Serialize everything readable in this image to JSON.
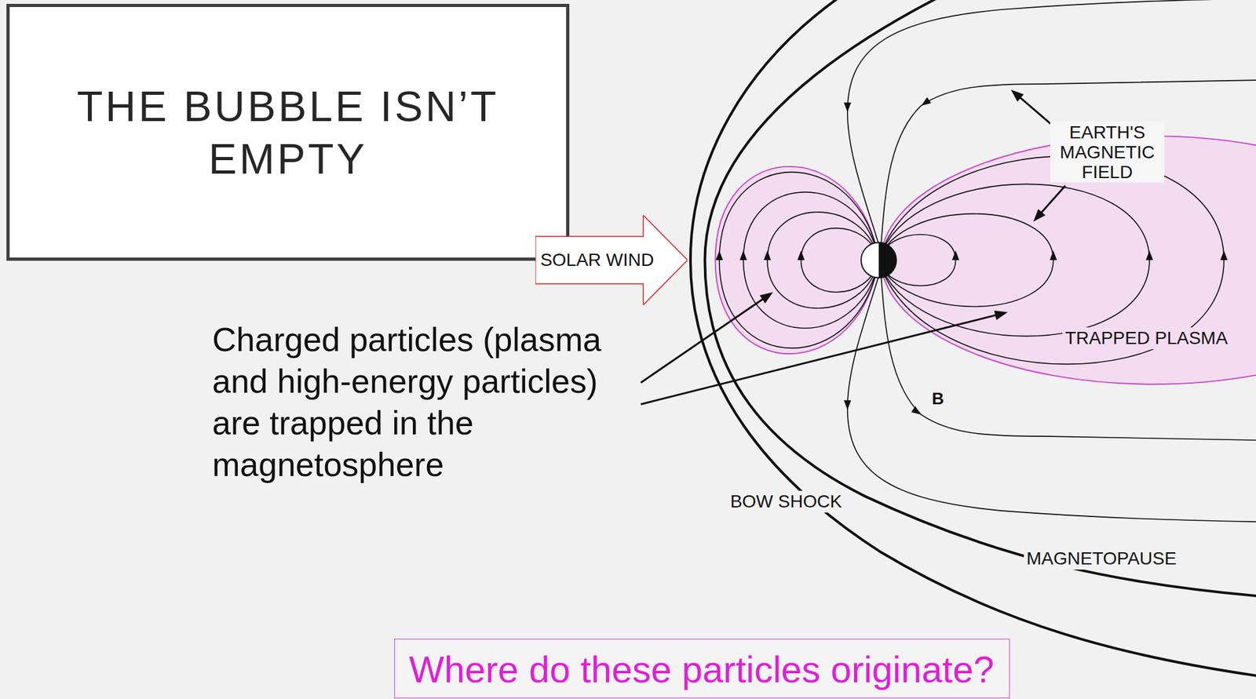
{
  "diagram": {
    "title": "THE BUBBLE ISN’T EMPTY",
    "nodes": [
      {
        "text": [
          "SOLAR WIND"
        ]
      },
      {
        "text": [
          "Where do these particles originate?"
        ]
      }
    ],
    "labels": [
      "Charged particles (plasma and high-energy particles) are trapped in the magnetosphere",
      "EARTH'S MAGNETIC FIELD",
      "TRAPPED PLASMA",
      "B",
      "BOW SHOCK",
      "MAGNETOPAUSE"
    ]
  }
}
